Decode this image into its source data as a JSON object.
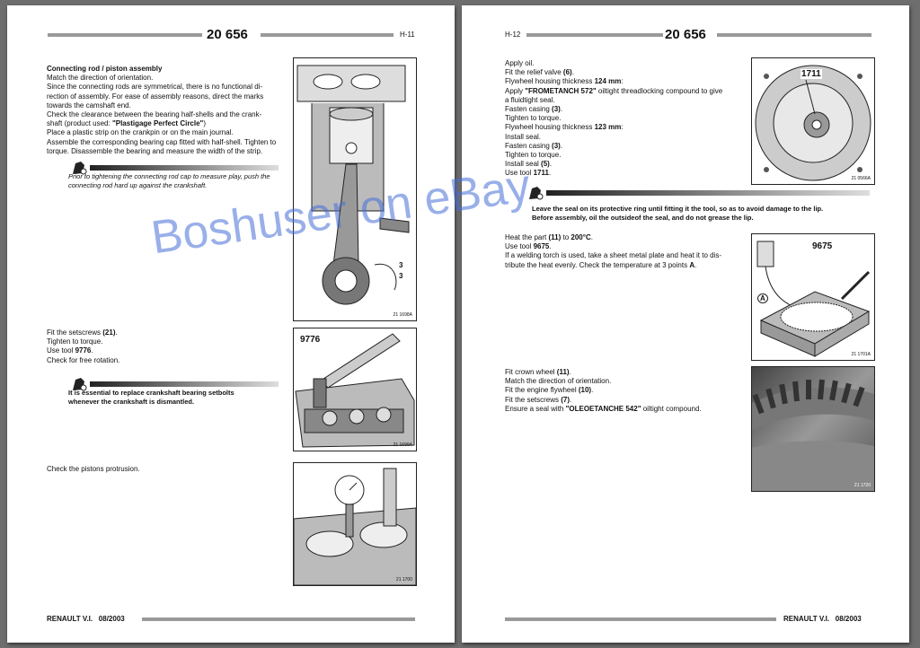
{
  "left_page": {
    "doc_number": "20 656",
    "page_number": "H-11",
    "section_title": "Connecting rod / piston assembly",
    "para_1": [
      "Match the direction of orientation.",
      "Since the connecting rods are symmetrical, there is no functional di-",
      "rection of assembly. For ease of assembly reasons, direct the marks",
      "towards the camshaft end.",
      "Check the clearance between the bearing half-shells and the crank-",
      "shaft (product used: "
    ],
    "product_name": "\"Plastigage Perfect Circle\"",
    "para_1_close": ")",
    "para_1b": [
      "Place a plastic strip on the crankpin or on the main journal.",
      "Assemble the corresponding bearing cap fitted with half-shell. Tighten to",
      "torque. Disassemble the bearing and measure the width of the strip."
    ],
    "note_1": [
      "Prior to tightening the connecting rod cap to measure play, push the",
      "connecting rod hard up against the crankshaft."
    ],
    "fig_1_ref": "21 1698A",
    "fig_1_labels": [
      "3",
      "3"
    ],
    "step_2": {
      "l1_pre": "Fit the setscrews ",
      "l1_bold": "(21)",
      "l1_post": ".",
      "l2": "Tighten to torque.",
      "l3_pre": "Use tool ",
      "l3_bold": "9776",
      "l3_post": ".",
      "l4": "Check for free rotation."
    },
    "note_2": [
      "It is essential to replace crankshaft bearing setbolts",
      "whenever the crankshaft is dismantled."
    ],
    "fig_2_tool": "9776",
    "fig_2_ref": "21 1699A",
    "step_3": "Check the pistons protrusion.",
    "fig_3_ref": "21 1700",
    "footer_brand": "RENAULT V.I.",
    "footer_date": "08/2003"
  },
  "right_page": {
    "doc_number": "20 656",
    "page_number": "H-12",
    "lines_1": [
      {
        "pre": "Apply oil.",
        "bold": "",
        "post": ""
      },
      {
        "pre": "Fit the relief valve ",
        "bold": "(6)",
        "post": "."
      },
      {
        "pre": "Flywheel housing thickness ",
        "bold": "124 mm",
        "post": ":"
      },
      {
        "pre": "Apply ",
        "bold": "\"FROMETANCH 572\"",
        "post": " oiltight threadlocking compound to give"
      },
      {
        "pre": "a fluidtight seal.",
        "bold": "",
        "post": ""
      },
      {
        "pre": "Fasten casing ",
        "bold": "(3)",
        "post": "."
      },
      {
        "pre": "Tighten to torque.",
        "bold": "",
        "post": ""
      },
      {
        "pre": "Flywheel housing thickness ",
        "bold": "123 mm",
        "post": ":"
      },
      {
        "pre": "Install seal.",
        "bold": "",
        "post": ""
      },
      {
        "pre": "Fasten casing ",
        "bold": "(3)",
        "post": "."
      },
      {
        "pre": "Tighten to torque.",
        "bold": "",
        "post": ""
      },
      {
        "pre": "Install seal ",
        "bold": "(5)",
        "post": "."
      },
      {
        "pre": "Use tool ",
        "bold": "1711",
        "post": "."
      }
    ],
    "fig_4_tool": "1711",
    "fig_4_ref": "21 0566A",
    "note_3": [
      "Leave the seal on its protective ring until fitting it the tool, so as to avoid damage to the lip.",
      "Before assembly, oil the outsideof the seal, and do not grease the lip."
    ],
    "lines_2": [
      {
        "pre": "Heat the part ",
        "bold": "(11)",
        "mid": "  to ",
        "bold2": "200°C",
        "post": "."
      },
      {
        "pre": "Use tool ",
        "bold": "9675",
        "mid": "",
        "bold2": "",
        "post": "."
      },
      {
        "pre": "If a welding torch is used, take a sheet metal plate and heat it to dis-",
        "bold": "",
        "mid": "",
        "bold2": "",
        "post": ""
      },
      {
        "pre": "tribute the heat evenly. Check the temperature at 3 points ",
        "bold": "A",
        "mid": "",
        "bold2": "",
        "post": "."
      }
    ],
    "fig_5_tool": "9675",
    "fig_5_label": "A",
    "fig_5_ref": "21 1701A",
    "lines_3": [
      {
        "pre": "Fit crown wheel ",
        "bold": "(11)",
        "post": "."
      },
      {
        "pre": "Match the direction of orientation.",
        "bold": "",
        "post": ""
      },
      {
        "pre": "Fit the engine flywheel ",
        "bold": "(10)",
        "post": "."
      },
      {
        "pre": "Fit the setscrews ",
        "bold": "(7)",
        "post": "."
      },
      {
        "pre": "Ensure a seal with ",
        "bold": "\"OLEOETANCHE 542\"",
        "post": " oiltight compound."
      }
    ],
    "fig_6_ref": "21 1720",
    "footer_brand": "RENAULT V.I.",
    "footer_date": "08/2003"
  },
  "watermark": "Boshuser on eBay",
  "colors": {
    "background": "#6e6e6e",
    "page": "#ffffff",
    "rule": "#999999",
    "watermark": "#4a72d6"
  }
}
